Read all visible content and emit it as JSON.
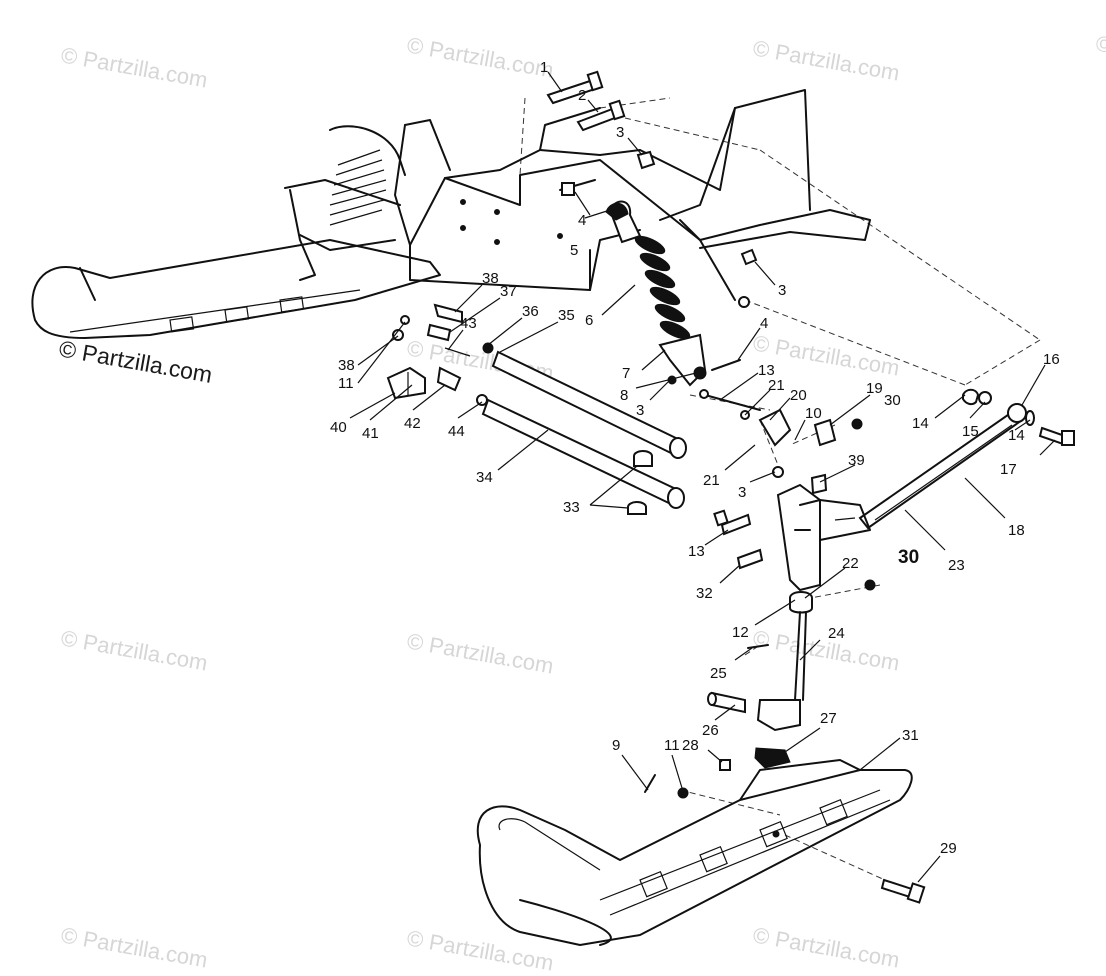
{
  "watermarks": [
    "© Partzilla.com",
    "© Partzilla.com",
    "© Partzilla.com",
    "© Partzilla.com",
    "© Partzilla.com",
    "© Partzilla.com",
    "© Partzilla.com",
    "© Partzilla.com",
    "© Partzilla.com",
    "© Partzilla.com",
    "© Partzilla.com",
    "© Partzilla.com",
    "© Partzilla.com"
  ],
  "callouts": [
    {
      "id": "c1",
      "text": "1"
    },
    {
      "id": "c2",
      "text": "2"
    },
    {
      "id": "c3a",
      "text": "3"
    },
    {
      "id": "c4a",
      "text": "4"
    },
    {
      "id": "c5",
      "text": "5"
    },
    {
      "id": "c3b",
      "text": "3"
    },
    {
      "id": "c6",
      "text": "6"
    },
    {
      "id": "c4b",
      "text": "4"
    },
    {
      "id": "c7",
      "text": "7"
    },
    {
      "id": "c8",
      "text": "8"
    },
    {
      "id": "c3c",
      "text": "3"
    },
    {
      "id": "c38a",
      "text": "38"
    },
    {
      "id": "c37",
      "text": "37"
    },
    {
      "id": "c36",
      "text": "36"
    },
    {
      "id": "c35",
      "text": "35"
    },
    {
      "id": "c43",
      "text": "43"
    },
    {
      "id": "c38b",
      "text": "38"
    },
    {
      "id": "c11a",
      "text": "11"
    },
    {
      "id": "c40",
      "text": "40"
    },
    {
      "id": "c41",
      "text": "41"
    },
    {
      "id": "c42",
      "text": "42"
    },
    {
      "id": "c44",
      "text": "44"
    },
    {
      "id": "c34",
      "text": "34"
    },
    {
      "id": "c33",
      "text": "33"
    },
    {
      "id": "c13a",
      "text": "13"
    },
    {
      "id": "c21a",
      "text": "21"
    },
    {
      "id": "c20",
      "text": "20"
    },
    {
      "id": "c19",
      "text": "19"
    },
    {
      "id": "c30a",
      "text": "30"
    },
    {
      "id": "c10",
      "text": "10"
    },
    {
      "id": "c21b",
      "text": "21"
    },
    {
      "id": "c3d",
      "text": "3"
    },
    {
      "id": "c39",
      "text": "39"
    },
    {
      "id": "c16",
      "text": "16"
    },
    {
      "id": "c14a",
      "text": "14"
    },
    {
      "id": "c15",
      "text": "15"
    },
    {
      "id": "c14b",
      "text": "14"
    },
    {
      "id": "c17",
      "text": "17"
    },
    {
      "id": "c18",
      "text": "18"
    },
    {
      "id": "c23",
      "text": "23"
    },
    {
      "id": "c13b",
      "text": "13"
    },
    {
      "id": "c32",
      "text": "32"
    },
    {
      "id": "c30b",
      "text": "30"
    },
    {
      "id": "c22",
      "text": "22"
    },
    {
      "id": "c12",
      "text": "12"
    },
    {
      "id": "c24",
      "text": "24"
    },
    {
      "id": "c25",
      "text": "25"
    },
    {
      "id": "c26",
      "text": "26"
    },
    {
      "id": "c27",
      "text": "27"
    },
    {
      "id": "c9",
      "text": "9"
    },
    {
      "id": "c11b",
      "text": "11"
    },
    {
      "id": "c28",
      "text": "28"
    },
    {
      "id": "c31",
      "text": "31"
    },
    {
      "id": "c29",
      "text": "29"
    }
  ]
}
